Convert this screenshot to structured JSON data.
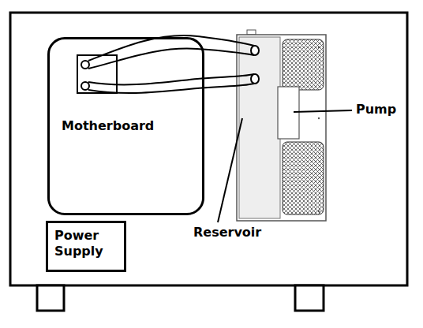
{
  "diagram": {
    "nodes": [
      {
        "text": [
          "Motherboard"
        ]
      },
      {
        "text": [
          "Power Supply"
        ]
      }
    ],
    "labels": [
      "Pump",
      "Reservoir"
    ]
  }
}
